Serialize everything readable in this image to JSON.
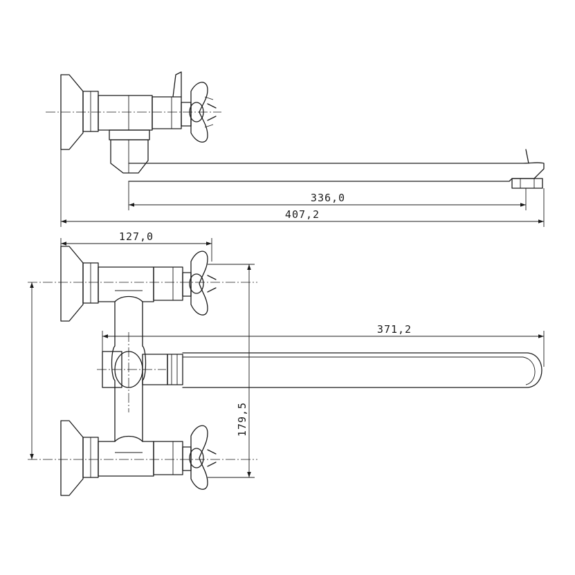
{
  "dimensions": {
    "spout_length_side": "336,0",
    "overall_length": "407,2",
    "body_depth": "127,0",
    "spout_length_top": "371,2",
    "inlet_spacing": "179,5"
  }
}
